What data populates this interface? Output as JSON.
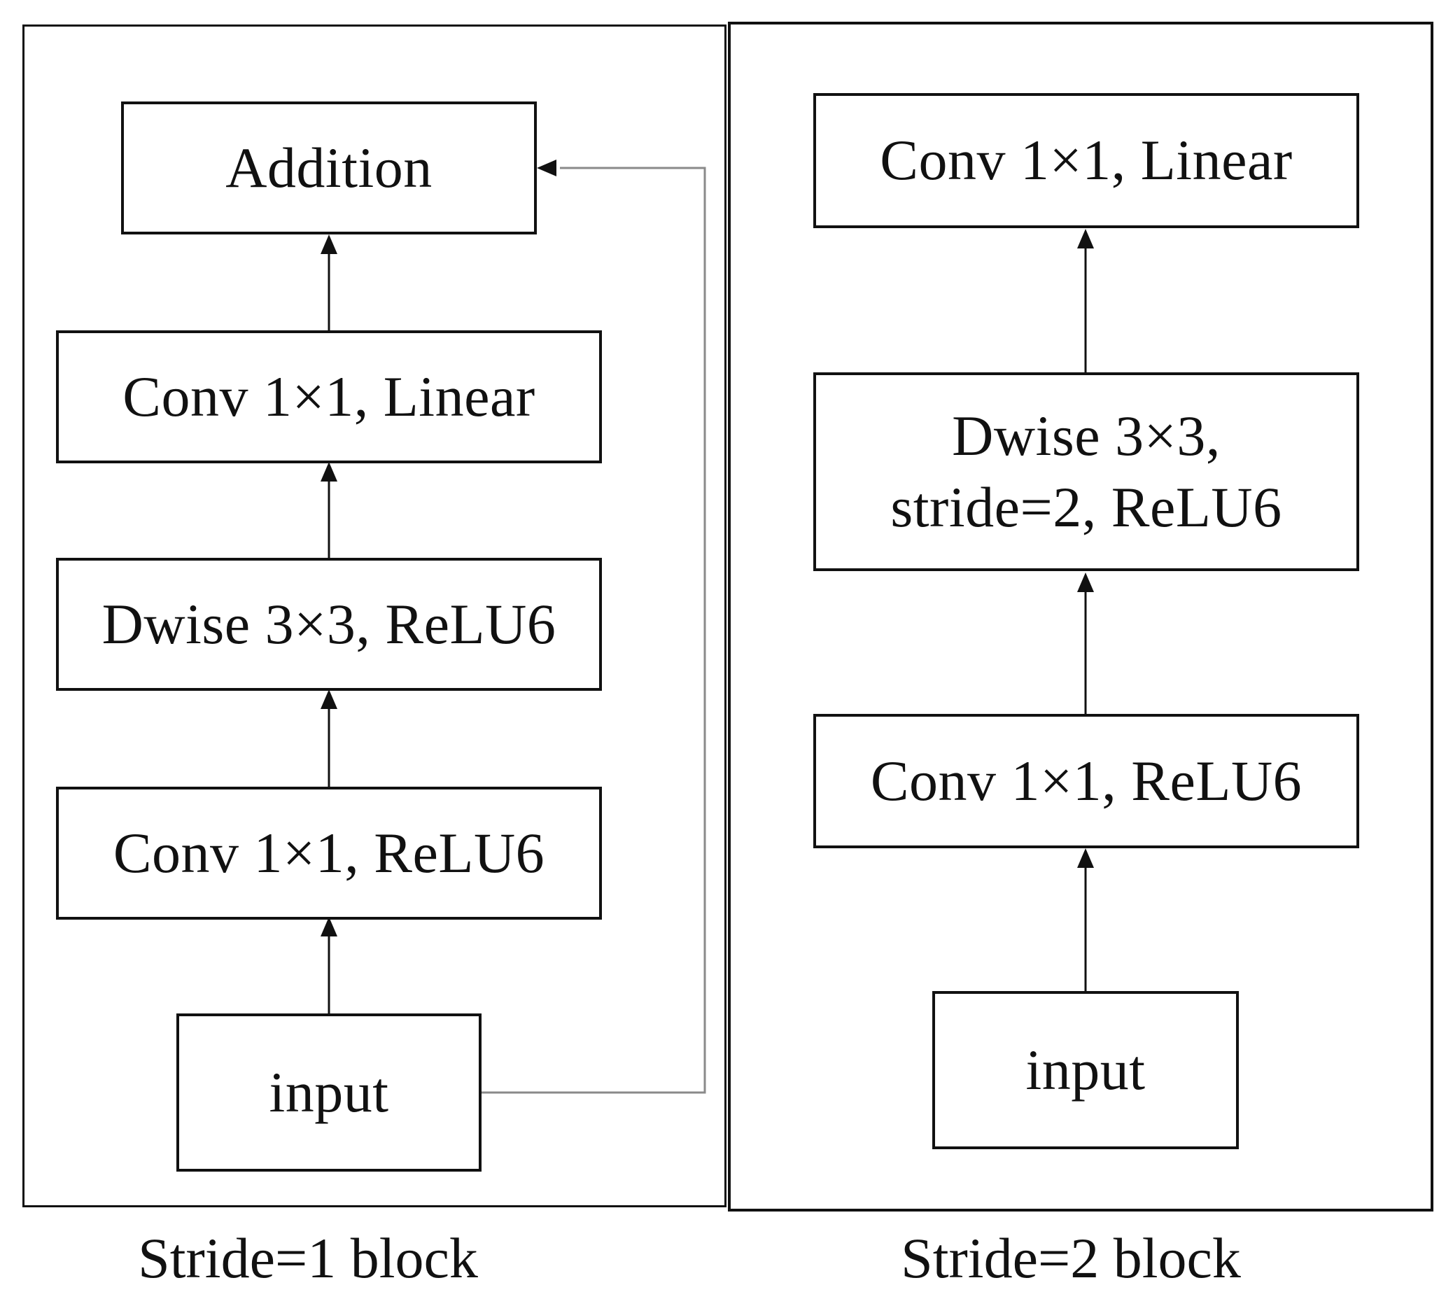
{
  "left_block": {
    "caption": "Stride=1 block",
    "addition": "Addition",
    "conv_linear": "Conv 1×1, Linear",
    "dwise": "Dwise 3×3, ReLU6",
    "conv_relu": "Conv 1×1, ReLU6",
    "input": "input"
  },
  "right_block": {
    "caption": "Stride=2 block",
    "conv_linear": "Conv 1×1, Linear",
    "dwise_line1": "Dwise 3×3,",
    "dwise_line2": "stride=2, ReLU6",
    "conv_relu": "Conv 1×1, ReLU6",
    "input": "input"
  },
  "colors": {
    "stroke": "#111111",
    "skip_connection": "#8a8a8a",
    "background": "#ffffff"
  }
}
